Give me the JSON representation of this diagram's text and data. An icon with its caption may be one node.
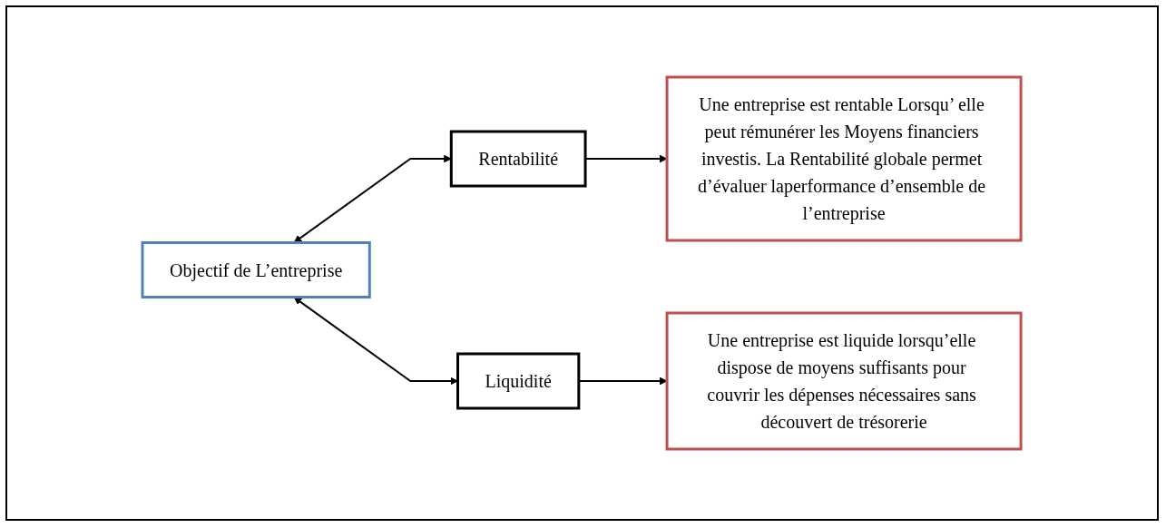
{
  "diagram": {
    "nodes": [
      {
        "text": [
          "Objectif de L’entreprise"
        ]
      },
      {
        "text": [
          "Rentabilité"
        ]
      },
      {
        "text": [
          "Une entreprise est rentable Lorsqu’ elle peut rémunérer les Moyens financiers investis. La Rentabilité globale permet d’évaluer laperformance d’ensemble de l’entreprise"
        ]
      },
      {
        "text": [
          "Liquidité"
        ]
      },
      {
        "text": [
          "Une entreprise est liquide lorsqu’elle dispose de moyens suffisants pour couvrir les dépenses nécessaires sans découvert de trésorerie"
        ]
      }
    ],
    "edges": [
      {
        "from": 0,
        "to": 1,
        "arrow": "both"
      },
      {
        "from": 0,
        "to": 3,
        "arrow": "both"
      },
      {
        "from": 1,
        "to": 2,
        "arrow": "to"
      },
      {
        "from": 3,
        "to": 4,
        "arrow": "to"
      }
    ]
  }
}
